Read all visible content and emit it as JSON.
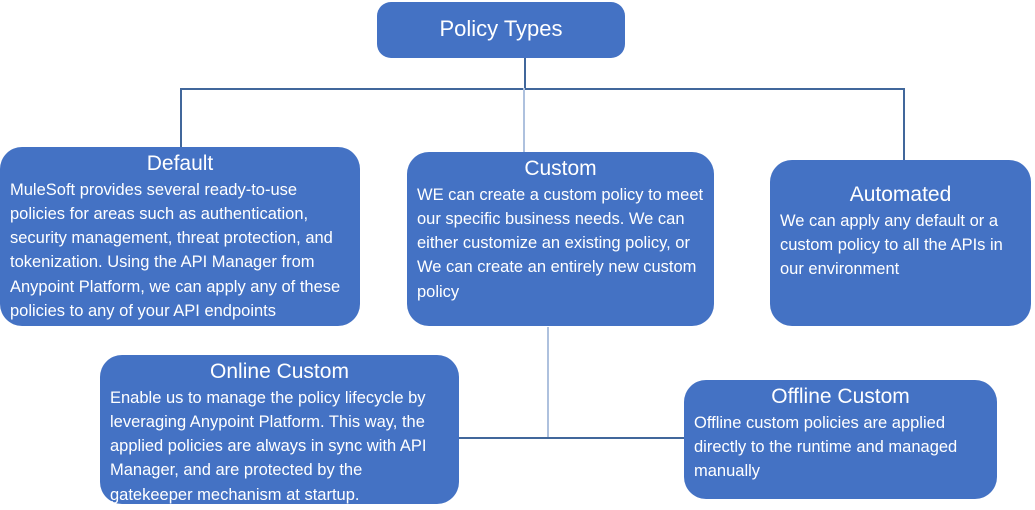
{
  "diagram": {
    "title": "Policy Types",
    "theme": {
      "node_fill": "#4472C4",
      "node_text": "#FFFFFF",
      "connector": "#41679B",
      "connector_light": "#AEC1DE",
      "background": "#FFFFFF"
    },
    "root": {
      "label": "Policy Types"
    },
    "nodes": [
      {
        "id": "default",
        "title": "Default",
        "body": "MuleSoft provides several ready-to-use policies for areas such as authentication, security management, threat protection, and tokenization. Using the API Manager from Anypoint Platform, we can apply any of these policies to any of your API endpoints"
      },
      {
        "id": "custom",
        "title": "Custom",
        "body": "WE can create a custom policy to meet our specific business needs. We can either customize an existing policy, or We can create an entirely new custom policy"
      },
      {
        "id": "automated",
        "title": "Automated",
        "body": "We can apply any default or a custom policy to all the APIs in our environment"
      },
      {
        "id": "online-custom",
        "title": "Online Custom",
        "body": "Enable us to manage the policy lifecycle by leveraging Anypoint Platform. This way, the applied policies are always in sync with API Manager, and are protected by the gatekeeper mechanism at startup."
      },
      {
        "id": "offline-custom",
        "title": "Offline Custom",
        "body": "Offline custom policies are applied directly to the runtime and managed manually"
      }
    ]
  }
}
